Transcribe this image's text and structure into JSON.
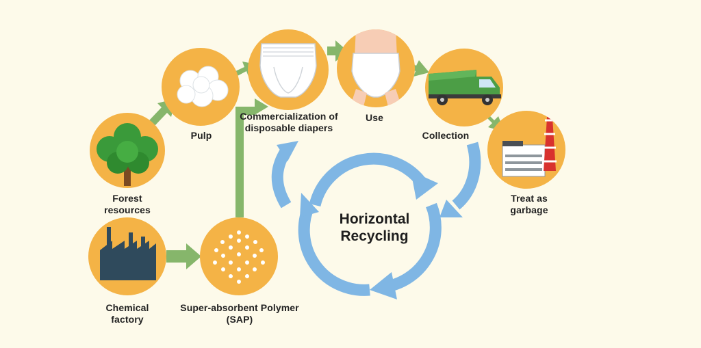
{
  "colors": {
    "background": "#fdfaea",
    "node_fill": "#f4b346",
    "flow_arrow": "#86b66b",
    "cycle_arrow": "#7fb6e4"
  },
  "nodes": {
    "forest": {
      "label_line1": "Forest",
      "label_line2": "resources",
      "icon": "tree-icon"
    },
    "pulp": {
      "label_line1": "Pulp",
      "icon": "cotton-icon"
    },
    "commercialization": {
      "label_line1": "Commercialization of",
      "label_line2": "disposable diapers",
      "icon": "diaper-icon"
    },
    "use": {
      "label_line1": "Use",
      "icon": "worn-diaper-icon"
    },
    "collection": {
      "label_line1": "Collection",
      "icon": "garbage-truck-icon"
    },
    "treat": {
      "label_line1": "Treat as",
      "label_line2": "garbage",
      "icon": "incinerator-icon"
    },
    "chemical": {
      "label_line1": "Chemical",
      "label_line2": "factory",
      "icon": "factory-icon"
    },
    "sap": {
      "label_line1": "Super-absorbent Polymer",
      "label_line2": "(SAP)",
      "icon": "polymer-beads-icon"
    }
  },
  "center": {
    "line1": "Horizontal",
    "line2": "Recycling"
  }
}
